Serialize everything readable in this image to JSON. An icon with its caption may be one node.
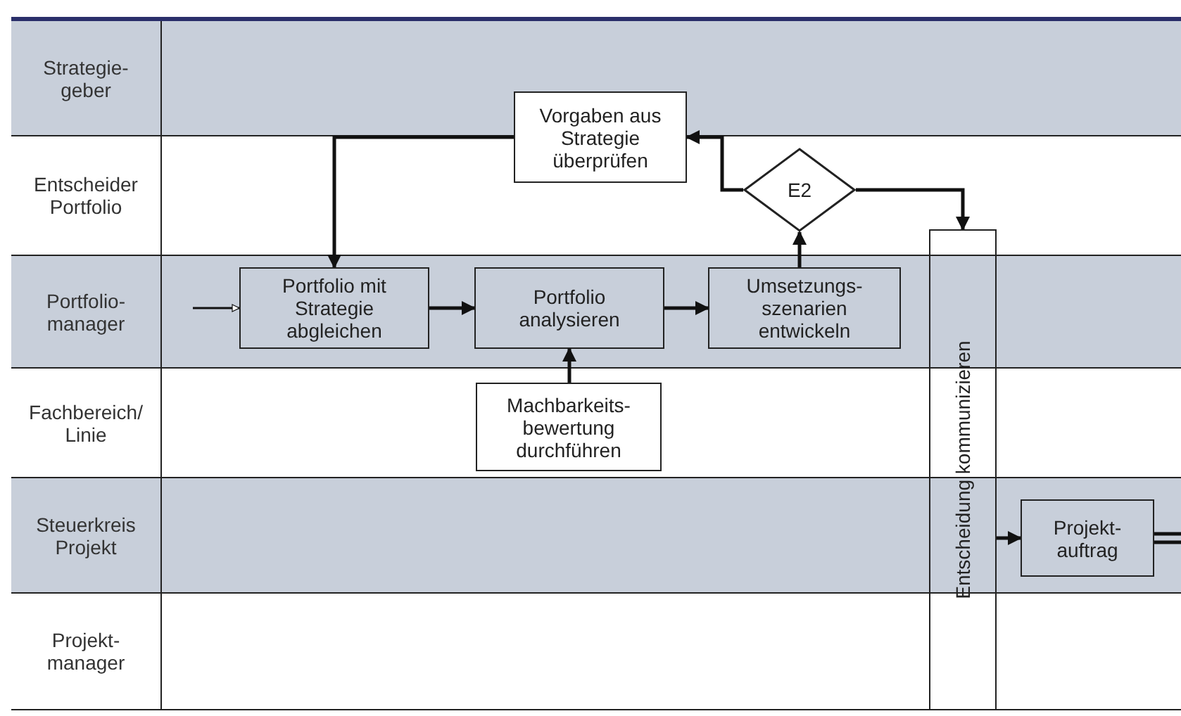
{
  "diagram": {
    "nodes": [
      {
        "text": [
          "Strategie- geber"
        ]
      },
      {
        "text": [
          "Entscheider Portfolio"
        ]
      },
      {
        "text": [
          "Vorgaben aus Strategie überprüfen"
        ]
      },
      {
        "text": [
          "E2"
        ],
        "in": 1
      },
      {
        "text": [
          "Portfolio- manager"
        ]
      },
      {
        "text": [
          "Portfolio mit Strategie abgleichen"
        ],
        "in": 4
      },
      {
        "text": [
          "Portfolio analysieren"
        ],
        "in": 4
      },
      {
        "text": [
          "Umsetzungs- szenarien entwickeln"
        ],
        "in": 4
      },
      {
        "text": [
          "Fachbereich/ Linie"
        ]
      },
      {
        "text": [
          "Machbarkeits- bewertung durchführen"
        ],
        "in": 8
      },
      {
        "text": [
          "Steuerkreis Projekt"
        ]
      },
      {
        "text": [
          "Projekt- auftrag"
        ],
        "in": 10
      },
      {
        "text": [
          "Projekt- manager"
        ]
      },
      {
        "text": [
          "Entscheidung kommunizieren"
        ]
      }
    ],
    "edges": [
      {
        "from": null,
        "to": 5,
        "arrow": "to"
      },
      {
        "from": 2,
        "to": 5,
        "arrow": "to"
      },
      {
        "from": 5,
        "to": 6,
        "arrow": "to"
      },
      {
        "from": 6,
        "to": 7,
        "arrow": "to"
      },
      {
        "from": 9,
        "to": 6,
        "arrow": "to"
      },
      {
        "from": 7,
        "to": 3,
        "arrow": "to"
      },
      {
        "from": 3,
        "to": 2,
        "arrow": "to"
      },
      {
        "from": 3,
        "to": 13,
        "arrow": "to"
      },
      {
        "from": 13,
        "to": 11,
        "arrow": "to"
      },
      {
        "from": 11,
        "to": null,
        "arrow": "none"
      }
    ]
  }
}
